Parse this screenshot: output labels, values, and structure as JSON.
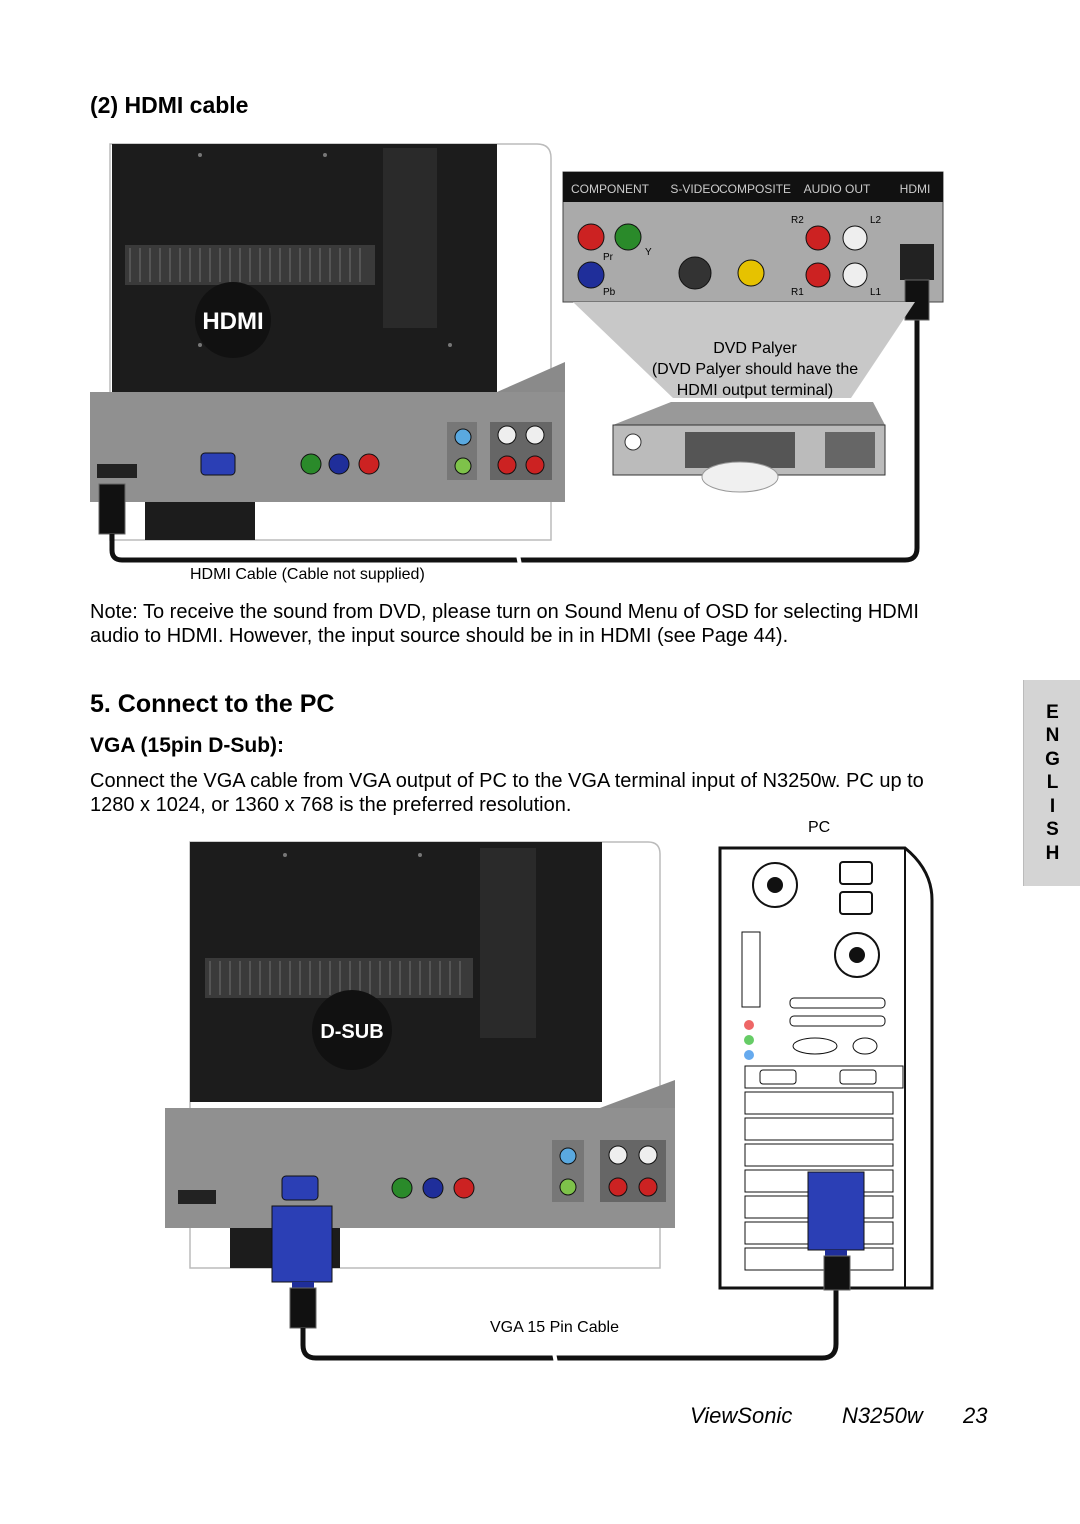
{
  "hdmi_section": {
    "heading": "(2) HDMI cable",
    "tv_badge": "HDMI",
    "av_panel_headers": [
      "COMPONENT",
      "S-VIDEO",
      "COMPOSITE",
      "AUDIO OUT",
      "HDMI"
    ],
    "av_labels": {
      "pr": "Pr",
      "y": "Y",
      "pb": "Pb",
      "r2": "R2",
      "l2": "L2",
      "r1": "R1",
      "l1": "L1"
    },
    "dvd_caption": [
      "DVD Palyer",
      "(DVD Palyer should have the",
      "HDMI output terminal)"
    ],
    "cable_caption": "HDMI Cable (Cable not supplied)",
    "note": "Note: To receive the sound from DVD, please turn on Sound Menu of OSD for selecting HDMI audio to HDMI. However, the input source should be in in HDMI (see Page 44)."
  },
  "pc_section": {
    "heading": "5. Connect to the PC",
    "subheading": "VGA (15pin D-Sub):",
    "body": "Connect the VGA cable from VGA output of PC to the VGA terminal input of N3250w. PC up to 1280 x 1024, or 1360 x 768 is the preferred resolution.",
    "pc_label": "PC",
    "tv_badge": "D-SUB",
    "cable_caption": "VGA 15 Pin Cable"
  },
  "language_tab": [
    "E",
    "N",
    "G",
    "L",
    "I",
    "S",
    "H"
  ],
  "footer": {
    "brand": "ViewSonic",
    "model": "N3250w",
    "page": "23"
  },
  "colors": {
    "tv_body": "#1c1c1c",
    "panel_gray": "#8a8a8a",
    "vga_blue": "#2b3fb5",
    "tab_gray": "#d4d4d4"
  }
}
